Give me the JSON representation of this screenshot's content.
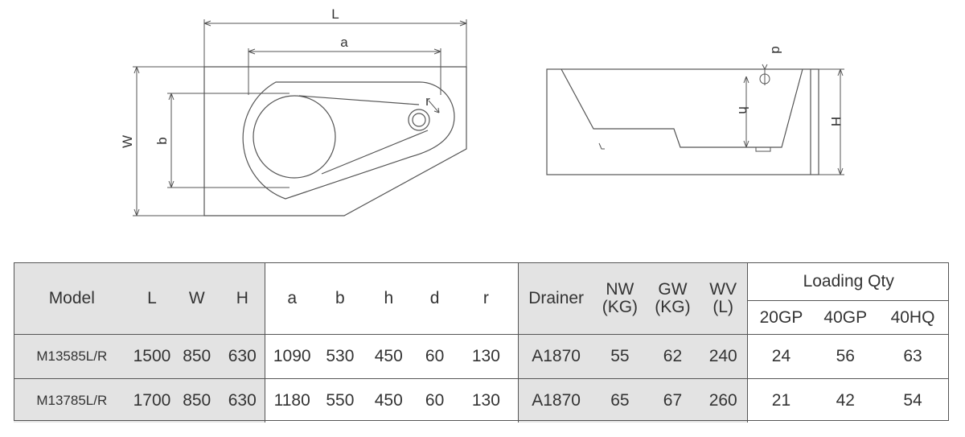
{
  "diagram": {
    "top_view": {
      "dim_L": "L",
      "dim_a": "a",
      "dim_W": "W",
      "dim_b": "b",
      "dim_r": "r"
    },
    "side_view": {
      "dim_d": "d",
      "dim_h": "h",
      "dim_H": "H"
    }
  },
  "table": {
    "headers": {
      "model": "Model",
      "L": "L",
      "W": "W",
      "H": "H",
      "a": "a",
      "b": "b",
      "h": "h",
      "d": "d",
      "r": "r",
      "drainer": "Drainer",
      "nw_1": "NW",
      "nw_2": "(KG)",
      "gw_1": "GW",
      "gw_2": "(KG)",
      "wv_1": "WV",
      "wv_2": "(L)",
      "loading_qty": "Loading Qty",
      "gp20": "20GP",
      "gp40": "40GP",
      "hq40": "40HQ"
    },
    "rows": [
      {
        "model": "M13585L/R",
        "L": "1500",
        "W": "850",
        "H": "630",
        "a": "1090",
        "b": "530",
        "h": "450",
        "d": "60",
        "r": "130",
        "drainer": "A1870",
        "nw": "55",
        "gw": "62",
        "wv": "240",
        "gp20": "24",
        "gp40": "56",
        "hq40": "63"
      },
      {
        "model": "M13785L/R",
        "L": "1700",
        "W": "850",
        "H": "630",
        "a": "1180",
        "b": "550",
        "h": "450",
        "d": "60",
        "r": "130",
        "drainer": "A1870",
        "nw": "65",
        "gw": "67",
        "wv": "260",
        "gp20": "21",
        "gp40": "42",
        "hq40": "54"
      }
    ]
  }
}
